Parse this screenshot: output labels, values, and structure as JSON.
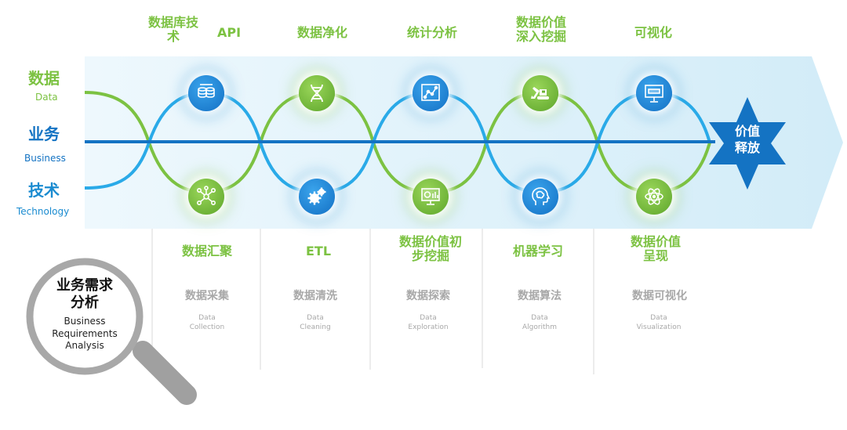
{
  "top_stages": [
    {
      "label": "数据库技\n术",
      "icon": "database-icon"
    },
    {
      "label": "API",
      "icon": "network-nodes-icon"
    },
    {
      "label": "数据净化",
      "icon": "dna-icon"
    },
    {
      "label": "统计分析",
      "icon": "gears-icon"
    },
    {
      "label": "数据价值\n深入挖掘",
      "icon": "chart-board-icon"
    },
    {
      "label": "可视化",
      "icon": "monitor-chart-icon"
    }
  ],
  "bottom_stages": [
    {
      "label": "数据汇聚",
      "sub_cn": "数据采集",
      "sub_en": "Data\nCollection"
    },
    {
      "label": "ETL",
      "sub_cn": "数据清洗",
      "sub_en": "Data\nCleaning"
    },
    {
      "label": "数据价值初\n步挖掘",
      "sub_cn": "数据探索",
      "sub_en": "Data\nExploration"
    },
    {
      "label": "机器学习",
      "sub_cn": "数据算法",
      "sub_en": "Data\nAlgorithm"
    },
    {
      "label": "数据价值\n呈现",
      "sub_cn": "数据可视化",
      "sub_en": "Data\nVisualization"
    }
  ],
  "left_labels": {
    "data_cn": "数据",
    "data_en": "Data",
    "business_cn": "业务",
    "business_en": "Business",
    "tech_cn": "技术",
    "tech_en": "Technology"
  },
  "star": {
    "line1": "价值",
    "line2": "释放"
  },
  "magnifier": {
    "cn_line1": "业务需求",
    "cn_line2": "分析",
    "en_line1": "Business",
    "en_line2": "Requirements",
    "en_line3": "Analysis"
  },
  "icons": {
    "c1_top": "database-icon",
    "c1_bottom": "network-nodes-icon",
    "c2_top": "dna-icon",
    "c2_bottom": "gears-icon",
    "c3_top": "chart-board-icon",
    "c3_bottom": "monitor-chart-icon",
    "c4_top": "excavator-icon",
    "c4_bottom": "brain-head-icon",
    "c5_top": "presentation-board-icon",
    "c5_bottom": "atom-icon"
  },
  "colors": {
    "green": "#7cc242",
    "blue": "#1a8bd0",
    "dark_blue": "#1473c3",
    "arrow_bg": "#dcf0fa",
    "gray": "#a8a8a8"
  }
}
